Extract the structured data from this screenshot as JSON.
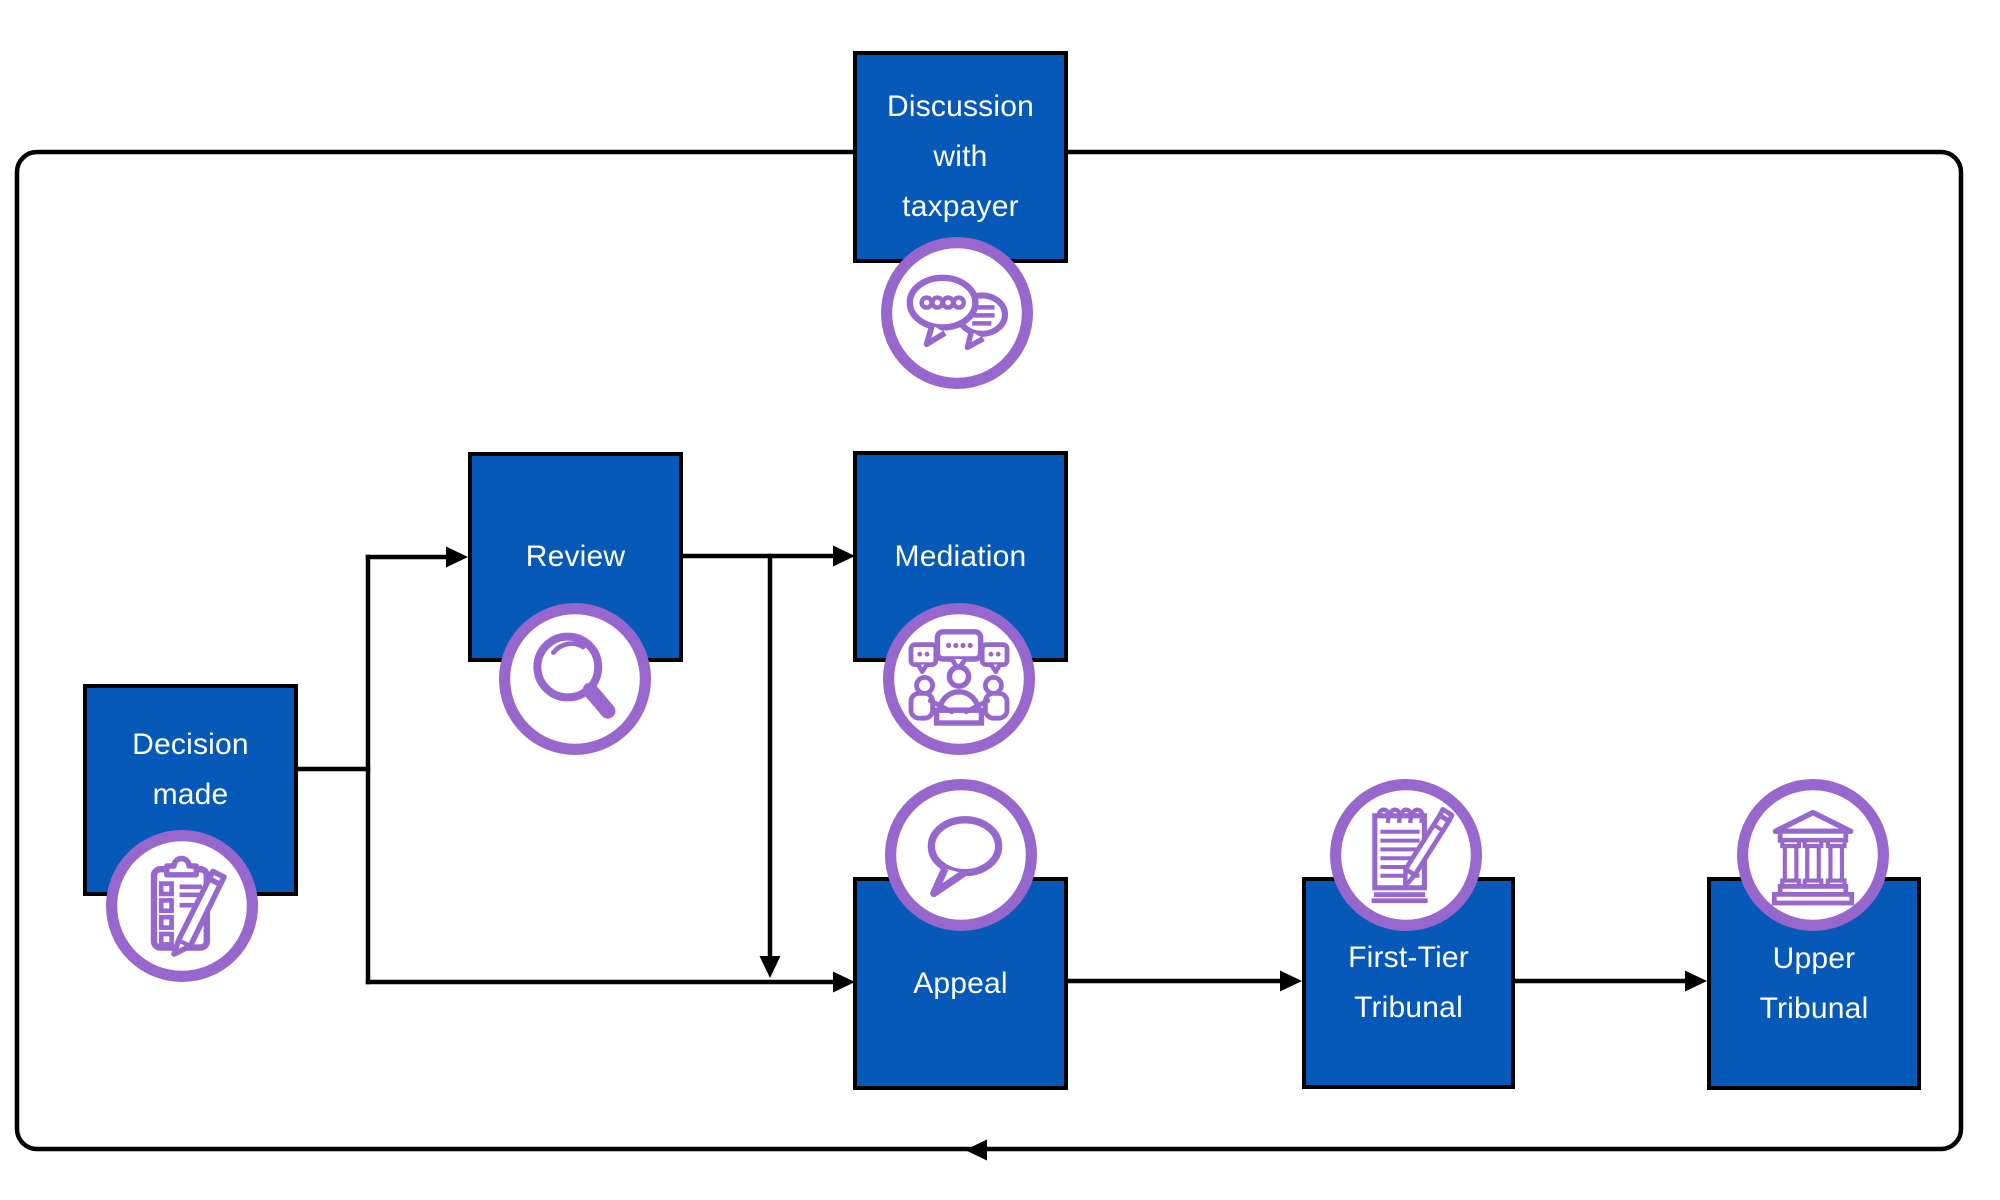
{
  "diagram_type": "flowchart",
  "subject": "Tax decision dispute and appeal process",
  "colors": {
    "node_fill": "#0659B8",
    "node_border": "#000000",
    "node_text": "#FFFFFF",
    "icon_stroke": "#9767CE",
    "connector": "#000000",
    "background": "#FFFFFF"
  },
  "nodes": [
    {
      "id": "discussion",
      "label": "Discussion with taxpayer",
      "icon": "speech-bubbles-icon"
    },
    {
      "id": "review",
      "label": "Review",
      "icon": "magnifier-icon"
    },
    {
      "id": "mediation",
      "label": "Mediation",
      "icon": "meeting-people-icon"
    },
    {
      "id": "decision",
      "label": "Decision made",
      "icon": "clipboard-pencil-icon"
    },
    {
      "id": "appeal",
      "label": "Appeal",
      "icon": "speech-bubble-icon"
    },
    {
      "id": "first_tier",
      "label": "First-Tier Tribunal",
      "icon": "notepad-pen-icon"
    },
    {
      "id": "upper",
      "label": "Upper Tribunal",
      "icon": "courthouse-icon"
    }
  ],
  "edges": [
    {
      "from": "Decision made",
      "to": "Review"
    },
    {
      "from": "Decision made",
      "to": "Appeal"
    },
    {
      "from": "Review",
      "to": "Mediation"
    },
    {
      "from": "Review",
      "to": "Appeal"
    },
    {
      "from": "Appeal",
      "to": "First-Tier Tribunal"
    },
    {
      "from": "First-Tier Tribunal",
      "to": "Upper Tribunal"
    }
  ],
  "loop": {
    "description": "Outer rounded-rectangle return path enclosing the diagram, with a leftward arrowhead on the bottom edge; its top edge passes behind the Discussion with taxpayer box"
  }
}
